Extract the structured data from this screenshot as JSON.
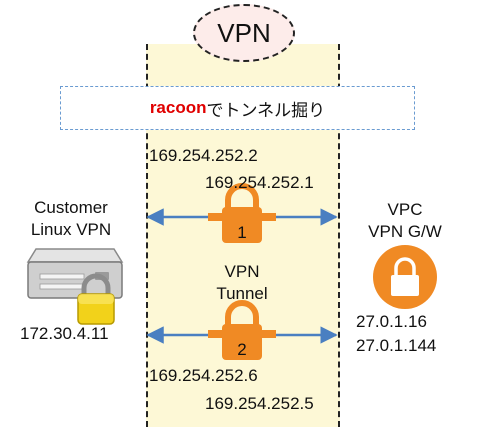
{
  "header": {
    "title": "VPN"
  },
  "banner": {
    "highlight": "racoon",
    "text": "でトンネル掘り"
  },
  "left_node": {
    "label_line1": "Customer",
    "label_line2": "Linux VPN",
    "ip": "172.30.4.11",
    "icons": [
      "server-icon",
      "lock-icon"
    ]
  },
  "right_node": {
    "label_line1": "VPC",
    "label_line2": "VPN G/W",
    "ip1": "27.0.1.16",
    "ip2": "27.0.1.144",
    "icons": [
      "lock-icon"
    ]
  },
  "center": {
    "label_line1": "VPN",
    "label_line2": "Tunnel"
  },
  "tunnels": [
    {
      "number": "1",
      "ip_left": "169.254.252.2",
      "ip_right": "169.254.252.1"
    },
    {
      "number": "2",
      "ip_left": "169.254.252.6",
      "ip_right": "169.254.252.5"
    }
  ],
  "colors": {
    "zone_fill": "#fdf8d6",
    "ellipse_fill": "#fdecea",
    "arrow": "#4a7fc1",
    "lock_orange": "#f08a24",
    "highlight_red": "#e00000",
    "banner_border": "#6a9bd1"
  }
}
